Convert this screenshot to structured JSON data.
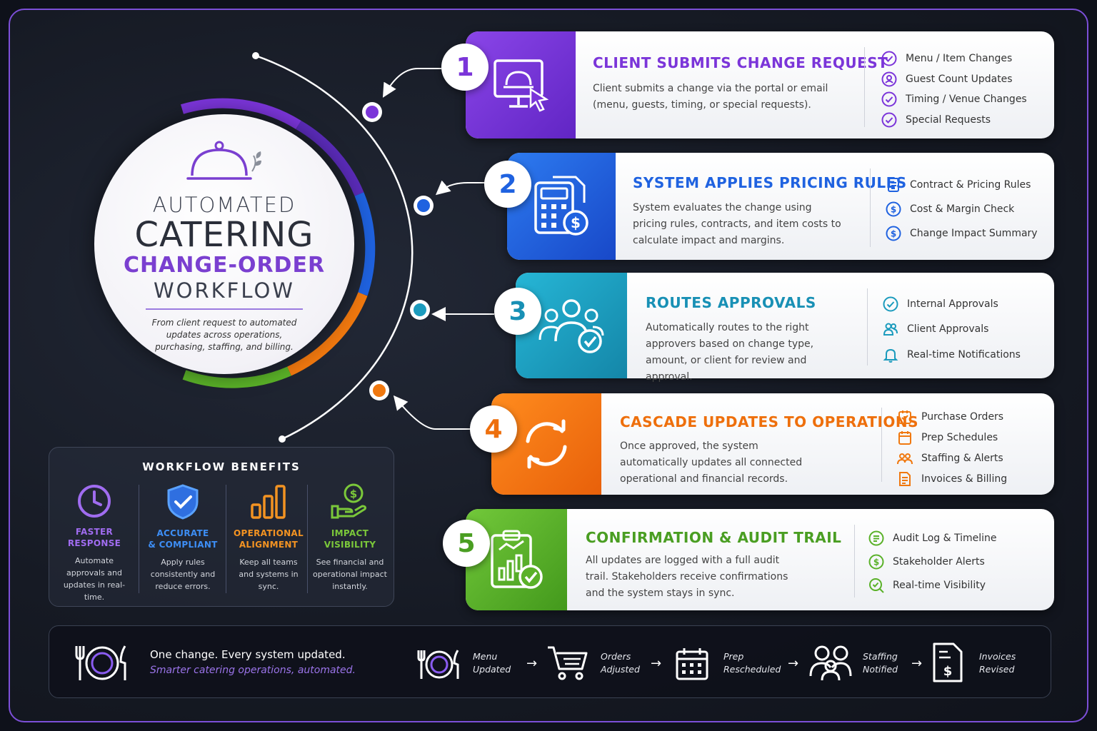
{
  "hero": {
    "line1": "AUTOMATED",
    "line2": "CATERING",
    "line3": "CHANGE-ORDER",
    "line4": "WORKFLOW",
    "subtitle": "From client request to automated updates across operations, purchasing, staffing, and billing."
  },
  "steps": [
    {
      "number": "1",
      "title": "CLIENT SUBMITS CHANGE REQUEST",
      "desc": "Client submits a change via the portal or email (menu, guests, timing, or special requests).",
      "color": "#7b35d9",
      "items": [
        "Menu / Item Changes",
        "Guest Count Updates",
        "Timing / Venue Changes",
        "Special Requests"
      ]
    },
    {
      "number": "2",
      "title": "SYSTEM APPLIES PRICING RULES",
      "desc": "System evaluates the change using pricing rules, contracts, and item costs to calculate impact and margins.",
      "color": "#1f62e0",
      "items": [
        "Contract & Pricing Rules",
        "Cost & Margin Check",
        "Change Impact Summary"
      ]
    },
    {
      "number": "3",
      "title": "ROUTES APPROVALS",
      "desc": "Automatically routes to the right approvers based on change type, amount, or client for review and approval.",
      "color": "#1b9bbd",
      "items": [
        "Internal Approvals",
        "Client Approvals",
        "Real-time Notifications"
      ]
    },
    {
      "number": "4",
      "title": "CASCADE UPDATES TO OPERATIONS",
      "desc": "Once approved, the system automatically updates all connected operational and financial records.",
      "color": "#f0780f",
      "items": [
        "Purchase Orders",
        "Prep Schedules",
        "Staffing & Alerts",
        "Invoices & Billing"
      ]
    },
    {
      "number": "5",
      "title": "CONFIRMATION & AUDIT TRAIL",
      "desc": "All updates are logged with a full audit trail. Stakeholders receive confirmations and the system stays in sync.",
      "color": "#5ab128",
      "items": [
        "Audit Log & Timeline",
        "Stakeholder Alerts",
        "Real-time Visibility"
      ]
    }
  ],
  "benefits": {
    "title": "WORKFLOW BENEFITS",
    "items": [
      {
        "h1": "FASTER",
        "h2": "RESPONSE",
        "text": "Automate approvals and updates in real-time.",
        "color": "#a06cf0"
      },
      {
        "h1": "ACCURATE",
        "h2": "& COMPLIANT",
        "text": "Apply rules consistently and reduce errors.",
        "color": "#3d8ef5"
      },
      {
        "h1": "OPERATIONAL",
        "h2": "ALIGNMENT",
        "text": "Keep all teams and systems in sync.",
        "color": "#f39322"
      },
      {
        "h1": "IMPACT",
        "h2": "VISIBILITY",
        "text": "See financial and operational impact instantly.",
        "color": "#7bc83a"
      }
    ]
  },
  "footer": {
    "tagline": "One change. Every system updated.",
    "tagline_sub": "Smarter catering operations, automated.",
    "flow": [
      {
        "l1": "Menu",
        "l2": "Updated"
      },
      {
        "l1": "Orders",
        "l2": "Adjusted"
      },
      {
        "l1": "Prep",
        "l2": "Rescheduled"
      },
      {
        "l1": "Staffing",
        "l2": "Notified"
      },
      {
        "l1": "Invoices",
        "l2": "Revised"
      }
    ]
  }
}
